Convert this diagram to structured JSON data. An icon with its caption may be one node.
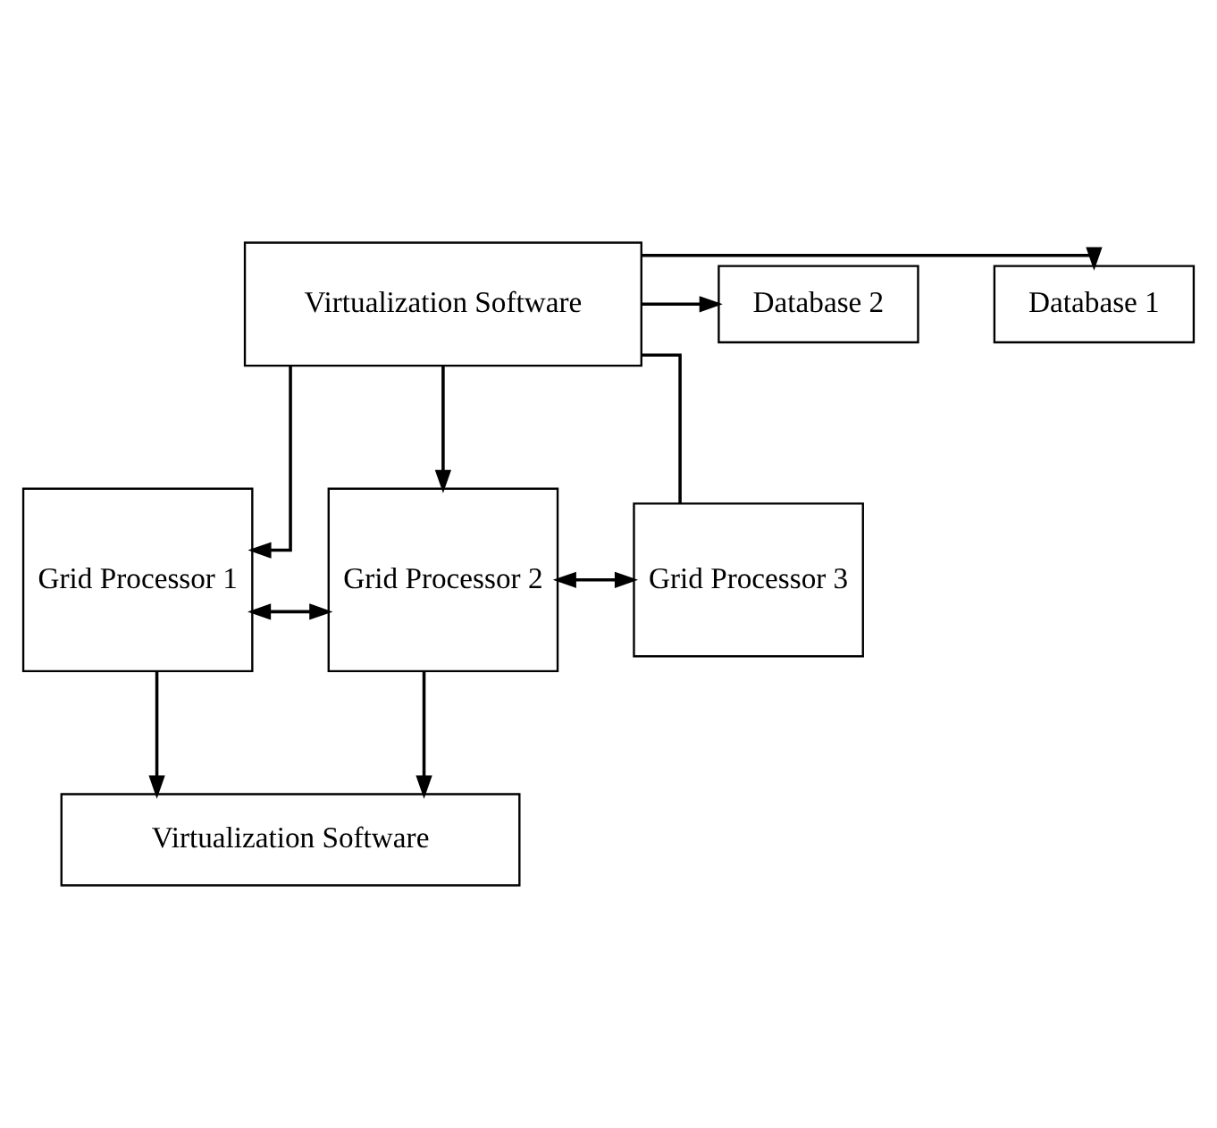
{
  "diagram": {
    "nodes": [
      {
        "text": [
          "Virtualization Software"
        ]
      },
      {
        "text": [
          "Database 1"
        ]
      },
      {
        "text": [
          "Database 2"
        ]
      },
      {
        "text": [
          "Grid Processor 1"
        ]
      },
      {
        "text": [
          "Grid Processor 2"
        ]
      },
      {
        "text": [
          "Grid Processor 3"
        ]
      },
      {
        "text": [
          "Virtualization Software"
        ]
      }
    ],
    "edges": [
      {
        "from": 0,
        "to": 1,
        "arrow": "to"
      },
      {
        "from": 0,
        "to": 2,
        "arrow": "to"
      },
      {
        "from": 0,
        "to": 3,
        "arrow": "to"
      },
      {
        "from": 0,
        "to": 4,
        "arrow": "to"
      },
      {
        "from": 0,
        "to": 5,
        "arrow": "none"
      },
      {
        "from": 3,
        "to": 4,
        "arrow": "both"
      },
      {
        "from": 4,
        "to": 5,
        "arrow": "both"
      },
      {
        "from": 3,
        "to": 6,
        "arrow": "to"
      },
      {
        "from": 4,
        "to": 6,
        "arrow": "to"
      }
    ]
  }
}
